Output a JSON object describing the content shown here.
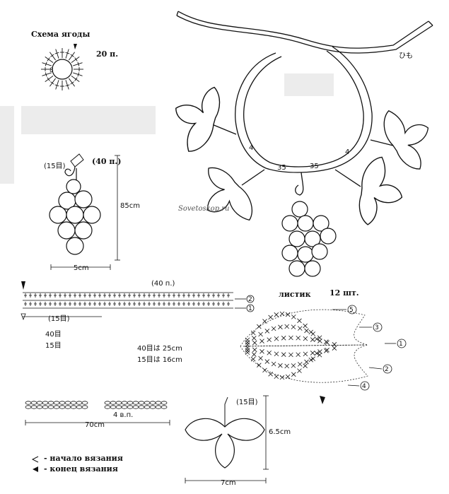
{
  "berry_scheme": {
    "title": "Схема ягоды",
    "center": "8",
    "count": "20 п."
  },
  "grape_bunch": {
    "chain": "(40 п.)",
    "rounds": "(15目)",
    "height": "85cm",
    "width": "5cm"
  },
  "necklace": {
    "cord_label": "ひも",
    "seg_left": "4",
    "seg_mid_left": "35",
    "seg_mid_right": "35",
    "seg_right": "4"
  },
  "watermark": "Sovetoskop.ru",
  "stem_row": {
    "count": "(40 п.)",
    "marker_2": "2",
    "marker_1": "1",
    "rounds": "(15目)",
    "line1": "40目",
    "line2": "15目",
    "conv1": "40目は 25cm",
    "conv2": "15目は 16cm"
  },
  "leaf_scheme": {
    "title": "листик",
    "qty": "12 шт.",
    "rows": [
      "5",
      "3",
      "1",
      "2",
      "4"
    ]
  },
  "chain_cord": {
    "vp": "4 в.п.",
    "length": "70cm"
  },
  "leaf_small": {
    "rounds": "(15目)",
    "height": "6.5cm",
    "width": "7cm"
  },
  "legend": {
    "start": "- начало вязания",
    "end": "- конец вязания"
  }
}
